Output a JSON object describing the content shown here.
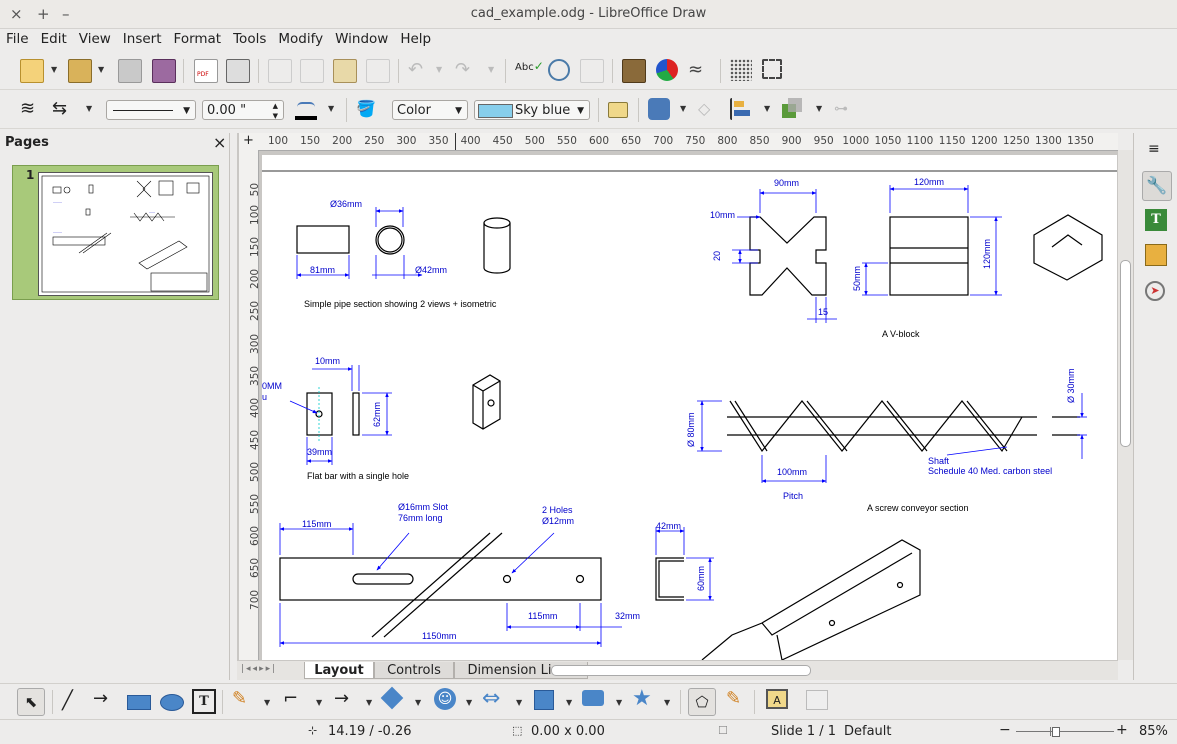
{
  "window": {
    "title": "cad_example.odg - LibreOffice Draw"
  },
  "menu": [
    "File",
    "Edit",
    "View",
    "Insert",
    "Format",
    "Tools",
    "Modify",
    "Window",
    "Help"
  ],
  "properties_bar": {
    "line_width": "0.00 \"",
    "area_style": "Color",
    "area_color": "Sky blue",
    "area_swatch": "#87ceeb"
  },
  "pages_panel": {
    "title": "Pages",
    "close": "×",
    "page_number": "1"
  },
  "ruler": {
    "h_ticks": [
      "100",
      "150",
      "200",
      "250",
      "300",
      "350",
      "400",
      "450",
      "500",
      "550",
      "600",
      "650",
      "700",
      "750",
      "800",
      "850",
      "900",
      "950",
      "1000",
      "1050",
      "1100",
      "1150",
      "1200",
      "1250",
      "1300",
      "1350"
    ],
    "v_ticks": [
      "50",
      "100",
      "150",
      "200",
      "250",
      "300",
      "350",
      "400",
      "450",
      "500",
      "550",
      "600",
      "650",
      "700"
    ]
  },
  "drawing": {
    "pipe_dia": "Ø36mm",
    "pipe_len": "81mm",
    "pipe_od": "Ø42mm",
    "pipe_caption": "Simple pipe section showing 2 views + isometric",
    "vblock_width": "90mm",
    "vblock_slot": "10mm",
    "vblock_20": "20",
    "vblock_15": "15",
    "vblock_depth": "120mm",
    "vblock_height": "120mm",
    "vblock_50": "50mm",
    "vblock_caption": "A V-block",
    "flat_10": "10mm",
    "flat_side": "0MM",
    "flat_u": "u",
    "flat_62": "62mm",
    "flat_39": "39mm",
    "flat_caption": "Flat bar with a single hole",
    "screw_dia": "Ø 80mm",
    "screw_shaft_dia": "Ø 30mm",
    "screw_pitch_val": "100mm",
    "screw_pitch": "Pitch",
    "screw_shaft": "Shaft",
    "screw_schedule": "Schedule 40 Med. carbon steel",
    "screw_caption": "A screw conveyor section",
    "bar_115": "115mm",
    "bar_slot": "Ø16mm Slot",
    "bar_slot2": "76mm long",
    "bar_holes": "2 Holes",
    "bar_holes2": "Ø12mm",
    "bar_115b": "115mm",
    "bar_32": "32mm",
    "bar_1150": "1150mm",
    "channel_42": "42mm",
    "channel_60": "60mm"
  },
  "tabs": [
    "Layout",
    "Controls",
    "Dimension Lines"
  ],
  "status": {
    "position": "14.19 / -0.26",
    "size": "0.00 x 0.00",
    "slide": "Slide 1 / 1",
    "layout": "Default",
    "zoom": "85%"
  }
}
